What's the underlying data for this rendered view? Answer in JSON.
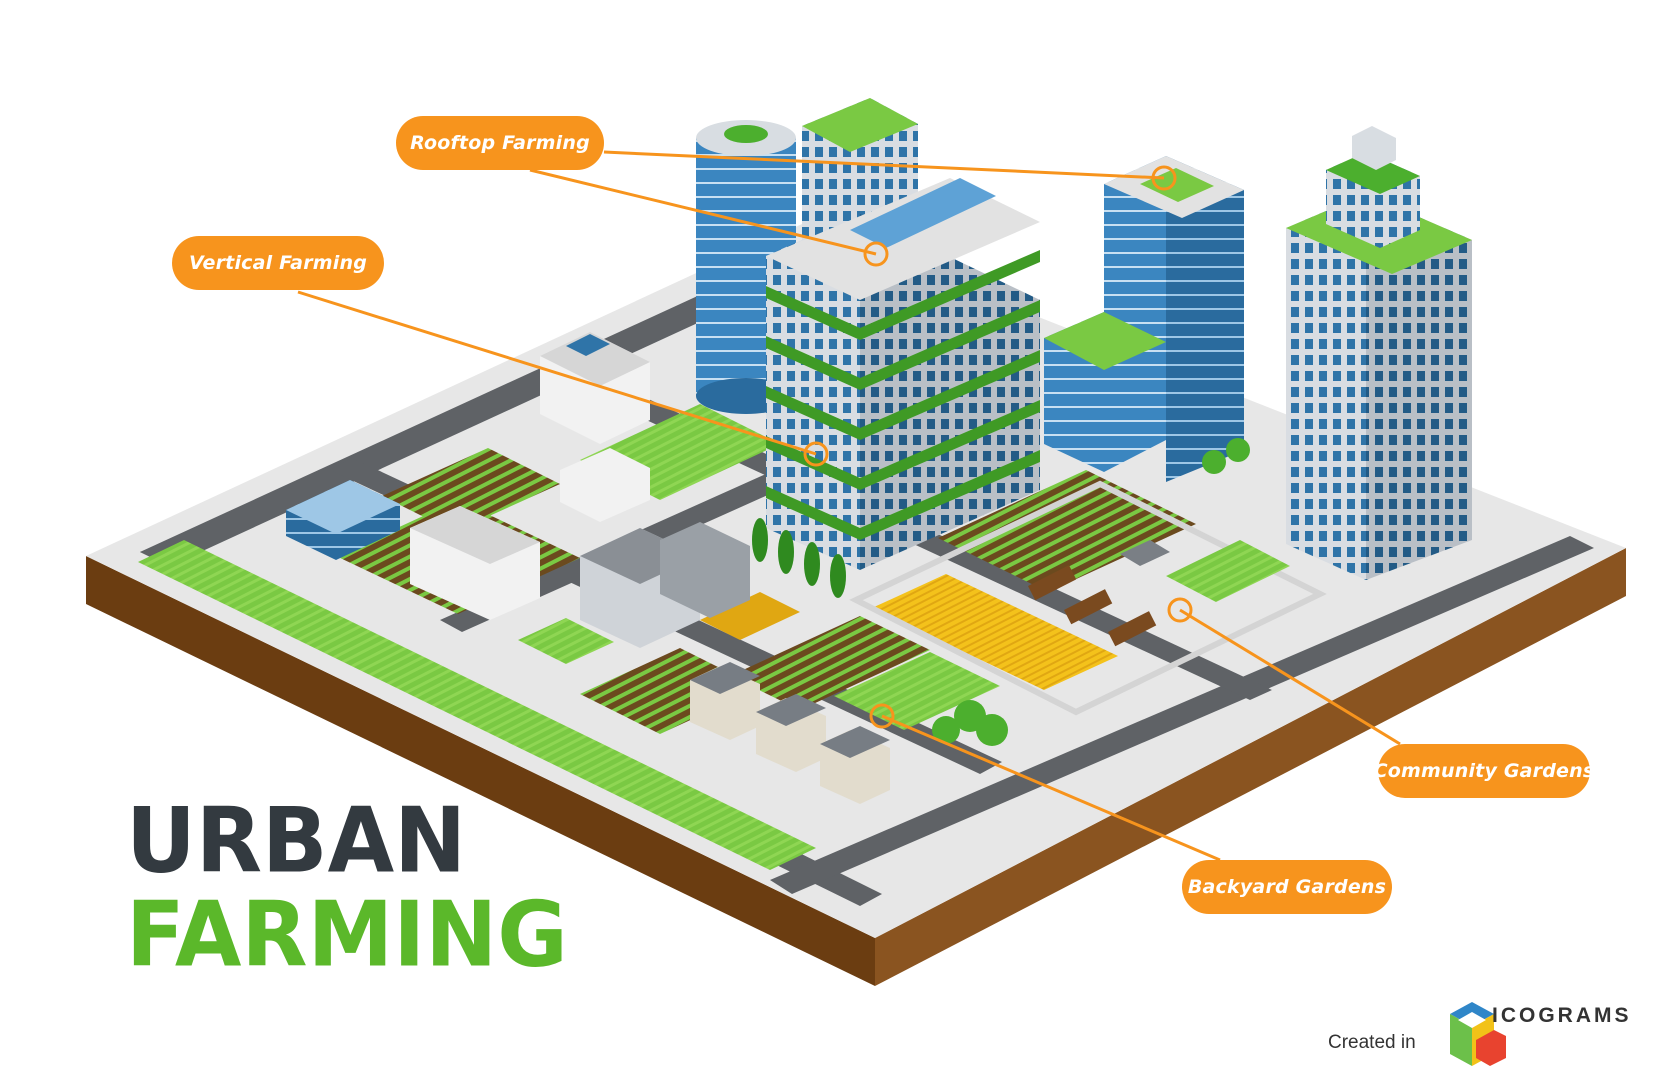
{
  "title": {
    "line1": "URBAN",
    "line2": "FARMING"
  },
  "callouts": {
    "rooftop": "Rooftop Farming",
    "vertical": "Vertical Farming",
    "community": "Community Gardens",
    "backyard": "Backyard Gardens"
  },
  "credit": {
    "prefix": "Created in",
    "brand": "ICOGRAMS"
  },
  "colors": {
    "callout": "#f7941d",
    "title_dark": "#333a40",
    "title_green": "#5bb82a",
    "soil": "#6b3d11",
    "road": "#5f6266",
    "pavement": "#e5e5e5",
    "crop_green": "#7ac943",
    "wheat": "#f4c21b",
    "glass": "#2f74a8"
  },
  "icons": [
    "isometric-city-illustration",
    "icograms-logo-icon"
  ]
}
